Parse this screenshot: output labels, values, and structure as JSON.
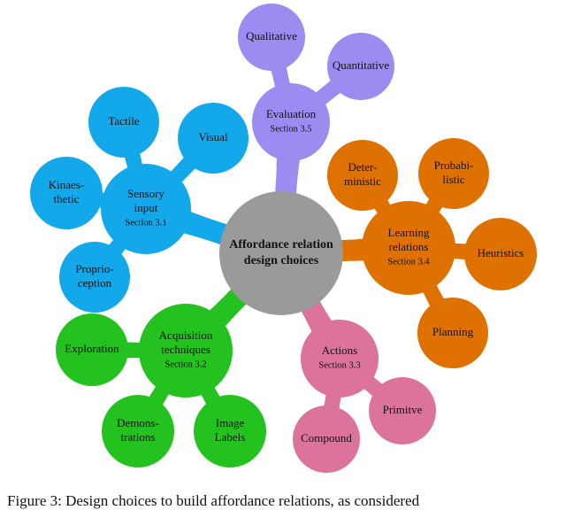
{
  "center": {
    "label_lines": [
      "Affordance relation",
      "design choices"
    ],
    "color": "#9a9a9a"
  },
  "branches": [
    {
      "key": "evaluation",
      "label_lines": [
        "Evaluation"
      ],
      "section": "Section 3.5",
      "color": "#9a8cf0",
      "leaves": [
        {
          "lines": [
            "Qualitative"
          ]
        },
        {
          "lines": [
            "Quantitative"
          ]
        }
      ]
    },
    {
      "key": "learning",
      "label_lines": [
        "Learning",
        "relations"
      ],
      "section": "Section 3.4",
      "color": "#de7100",
      "leaves": [
        {
          "lines": [
            "Deter-",
            "ministic"
          ]
        },
        {
          "lines": [
            "Probabi-",
            "listic"
          ]
        },
        {
          "lines": [
            "Heuristics"
          ]
        },
        {
          "lines": [
            "Planning"
          ]
        }
      ]
    },
    {
      "key": "actions",
      "label_lines": [
        "Actions"
      ],
      "section": "Section 3.3",
      "color": "#dc739c",
      "leaves": [
        {
          "lines": [
            "Primitve"
          ]
        },
        {
          "lines": [
            "Compound"
          ]
        }
      ]
    },
    {
      "key": "acquisition",
      "label_lines": [
        "Acquisition",
        "techniques"
      ],
      "section": "Section 3.2",
      "color": "#23c21f",
      "leaves": [
        {
          "lines": [
            "Exploration"
          ]
        },
        {
          "lines": [
            "Demons-",
            "trations"
          ]
        },
        {
          "lines": [
            "Image",
            "Labels"
          ]
        }
      ]
    },
    {
      "key": "sensory",
      "label_lines": [
        "Sensory",
        "input"
      ],
      "section": "Section 3.1",
      "color": "#12a8ea",
      "leaves": [
        {
          "lines": [
            "Tactile"
          ]
        },
        {
          "lines": [
            "Visual"
          ]
        },
        {
          "lines": [
            "Kinaes-",
            "thetic"
          ]
        },
        {
          "lines": [
            "Proprio-",
            "ception"
          ]
        }
      ]
    }
  ],
  "caption": "Figure 3: Design choices to build affordance relations, as considered"
}
